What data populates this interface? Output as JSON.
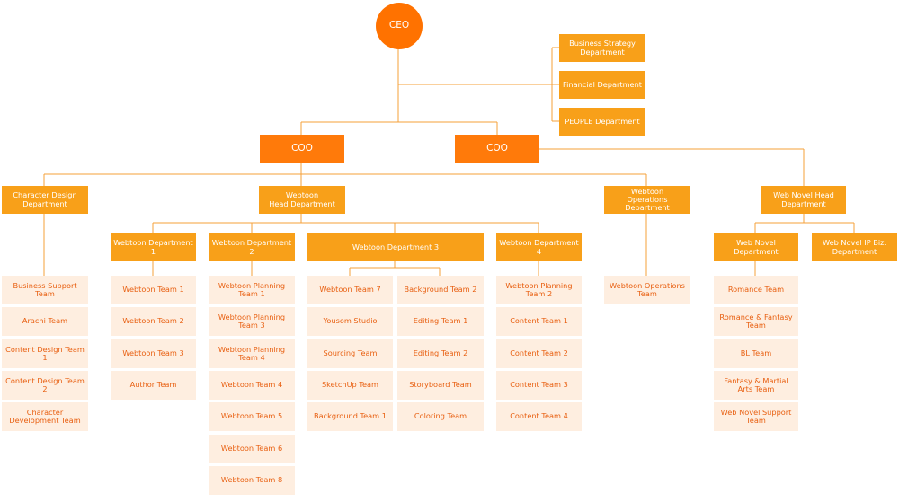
{
  "colors": {
    "ceo": "#ff7200",
    "coo": "#ff7a0a",
    "department": "#f8a019",
    "team_fill": "#feeee0",
    "team_text": "#e85f10",
    "line": "#f5a03a"
  },
  "org": {
    "ceo": "CEO",
    "ceo_support": [
      "Business Strategy Department",
      "Financial Department",
      "PEOPLE Department"
    ],
    "coo_left": "COO",
    "coo_right": "COO",
    "character_design": {
      "title": "Character Design Department",
      "teams": [
        "Business Support Team",
        "Arachi Team",
        "Content Design Team 1",
        "Content Design Team 2",
        "Character Development Team"
      ]
    },
    "webtoon_head": {
      "title": "Webtoon Head Department",
      "departments": [
        {
          "title": "Webtoon Department 1",
          "teams": [
            "Webtoon Team 1",
            "Webtoon Team 2",
            "Webtoon Team 3",
            "Author Team"
          ]
        },
        {
          "title": "Webtoon Department 2",
          "teams": [
            "Webtoon Planning Team 1",
            "Webtoon Planning Team 3",
            "Webtoon Planning Team 4",
            "Webtoon Team 4",
            "Webtoon Team 5",
            "Webtoon Team 6",
            "Webtoon Team 8"
          ]
        },
        {
          "title": "Webtoon Department 3",
          "teams_left": [
            "Webtoon Team 7",
            "Yousom Studio",
            "Sourcing Team",
            "SketchUp Team",
            "Background Team 1"
          ],
          "teams_right": [
            "Background Team 2",
            "Editing Team 1",
            "Editing Team 2",
            "Storyboard Team",
            "Coloring Team"
          ]
        },
        {
          "title": "Webtoon Department 4",
          "teams": [
            "Webtoon Planning Team 2",
            "Content Team 1",
            "Content Team 2",
            "Content Team 3",
            "Content Team 4"
          ]
        }
      ]
    },
    "webtoon_operations": {
      "title": "Webtoon Operations Department",
      "teams": [
        "Webtoon Operations Team"
      ]
    },
    "web_novel_head": {
      "title": "Web Novel Head Department",
      "departments": [
        {
          "title": "Web Novel Department",
          "teams": [
            "Romance Team",
            "Romance & Fantasy Team",
            "BL Team",
            "Fantasy & Martial Arts Team",
            "Web Novel Support Team"
          ]
        },
        {
          "title": "Web Novel IP Biz. Department",
          "teams": []
        }
      ]
    }
  }
}
